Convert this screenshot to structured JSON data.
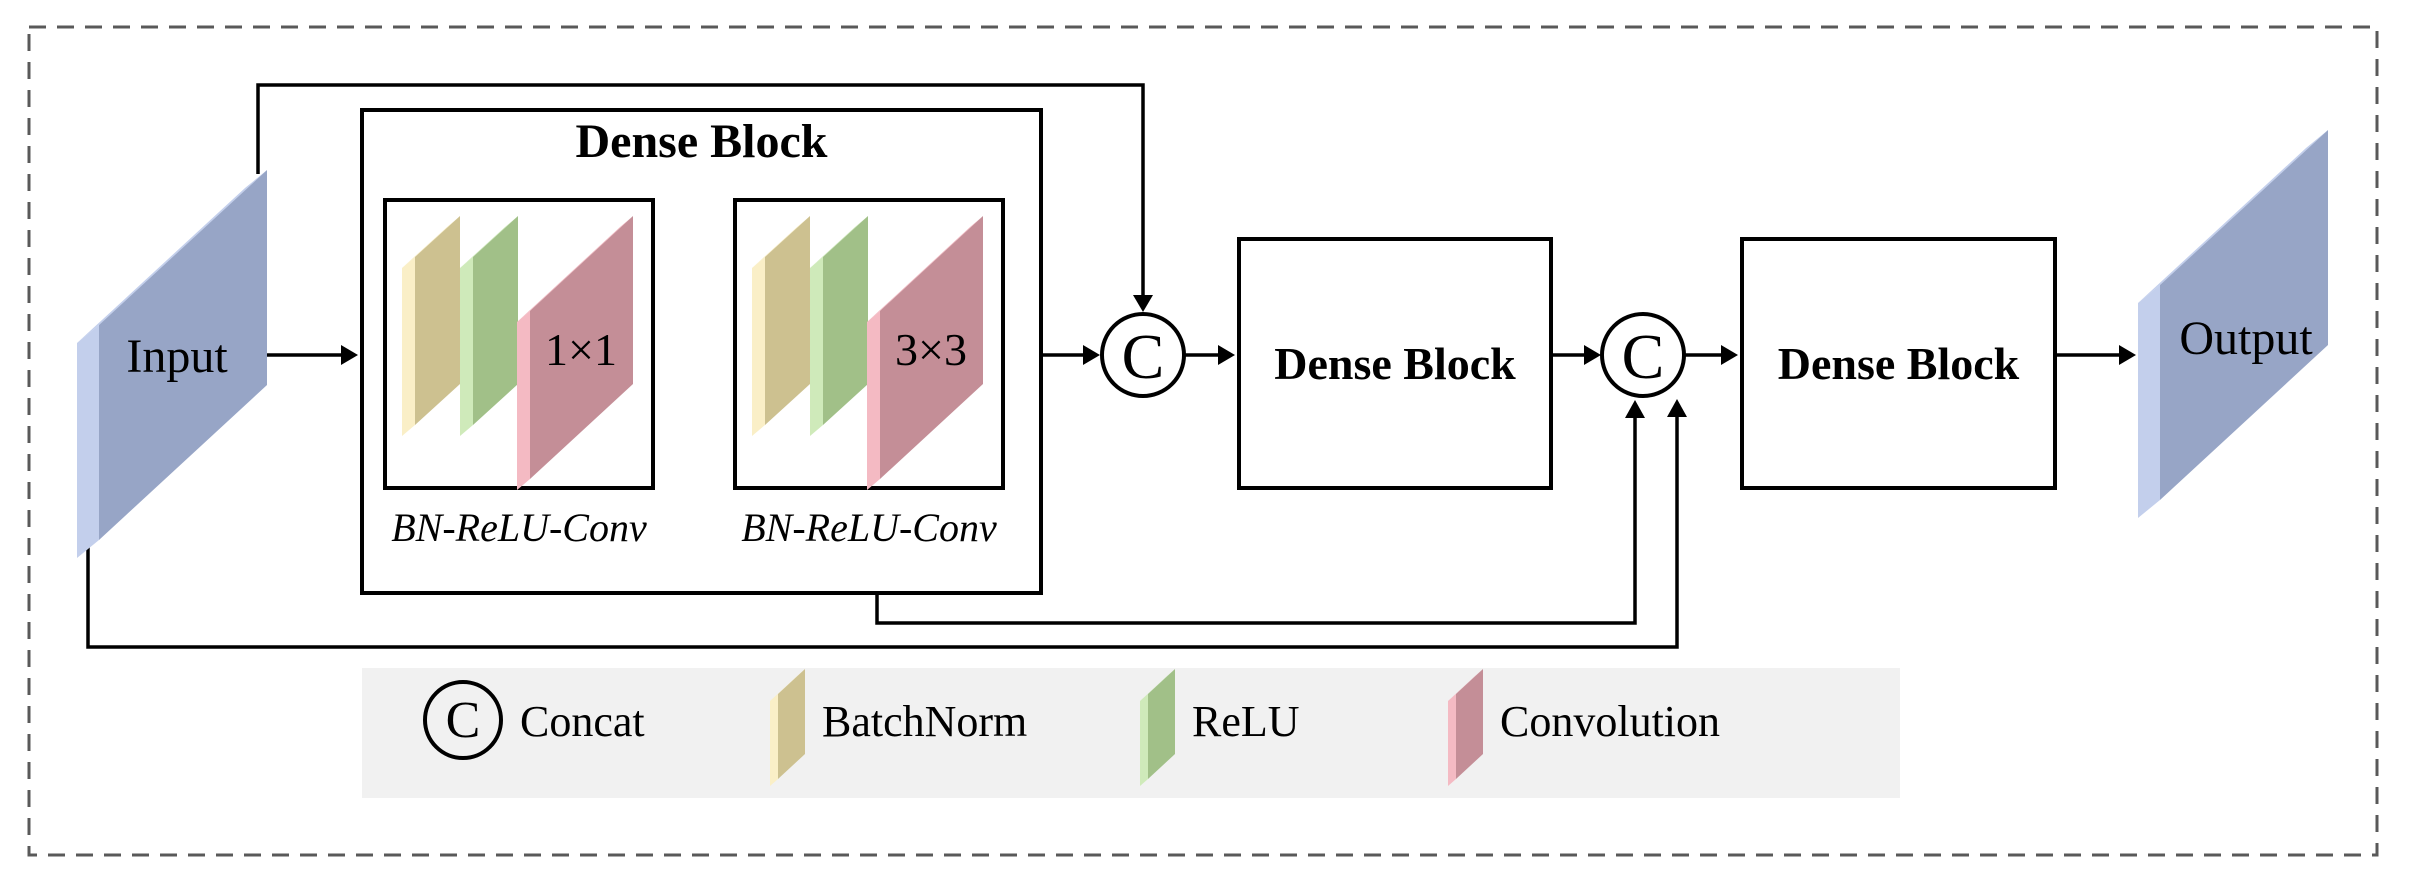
{
  "figure": {
    "input": {
      "label": "Input"
    },
    "output": {
      "label": "Output"
    },
    "dense_block_1": {
      "title": "Dense Block",
      "layer_1": {
        "kernel": "1×1",
        "caption": "BN-ReLU-Conv"
      },
      "layer_2": {
        "kernel": "3×3",
        "caption": "BN-ReLU-Conv"
      }
    },
    "dense_block_2": {
      "title": "Dense Block"
    },
    "dense_block_3": {
      "title": "Dense Block"
    },
    "concat_1": {
      "symbol": "C"
    },
    "concat_2": {
      "symbol": "C"
    }
  },
  "legend": {
    "concat": {
      "symbol": "C",
      "label": "Concat"
    },
    "batchnorm": {
      "label": "BatchNorm"
    },
    "relu": {
      "label": "ReLU"
    },
    "convolution": {
      "label": "Convolution"
    }
  },
  "colors": {
    "io_face": "#97a5c6",
    "io_edge": "#c3cfec",
    "batchnorm_face": "#cdc190",
    "batchnorm_edge": "#faefc7",
    "relu_face": "#a1c088",
    "relu_edge": "#cfeaba",
    "conv_face": "#c48e97",
    "conv_edge": "#f4bac3",
    "legend_bg": "#f1f1f1",
    "line": "#000000",
    "border_dash": "#595959"
  }
}
